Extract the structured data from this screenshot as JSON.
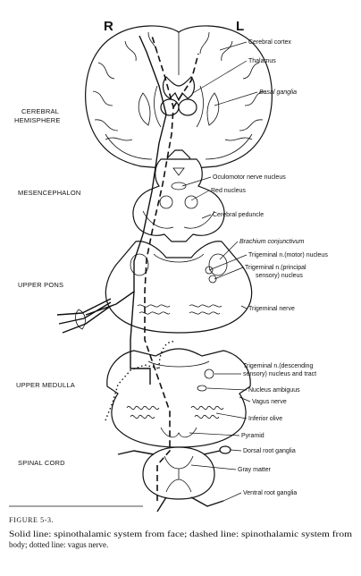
{
  "side_labels": {
    "right": "R",
    "left": "L"
  },
  "regions": {
    "cerebral_hemisphere_line1": "CEREBRAL",
    "cerebral_hemisphere_line2": "HEMISPHERE",
    "mesencephalon": "MESENCEPHALON",
    "upper_pons": "UPPER PONS",
    "upper_medulla": "UPPER MEDULLA",
    "spinal_cord": "SPINAL CORD"
  },
  "labels": {
    "cerebral_cortex": "Cerebral cortex",
    "thalamus": "Thalamus",
    "basal_ganglia": "Basal ganglia",
    "oculomotor_nucleus": "Oculomotor nerve nucleus",
    "red_nucleus": "Red nucleus",
    "cerebral_peduncle": "Cerebral peduncle",
    "brachium_conjunctivum": "Brachium conjunctivum",
    "trigeminal_motor": "Trigeminal n.(motor) nucleus",
    "trigeminal_principal_1": "Trigeminal n.(principal",
    "trigeminal_principal_2": "sensory) nucleus",
    "trigeminal_nerve": "Trigeminal nerve",
    "trigeminal_descending_1": "Trigeminal n.(descending",
    "trigeminal_descending_2": "sensory) nucleus and tract",
    "nucleus_ambiguus": "Nucleus ambiguus",
    "vagus_nerve": "Vagus nerve",
    "inferior_olive": "Inferior olive",
    "pyramid": "Pyramid",
    "dorsal_root_ganglia": "Dorsal root ganglia",
    "gray_matter": "Gray matter",
    "ventral_root_ganglia": "Ventral root ganglia"
  },
  "caption": {
    "title": "FIGURE 5-3.",
    "line1": "Solid line: spinothalamic system from face; dashed line: spinothalamic system from",
    "line2": "body; dotted line: vagus nerve."
  }
}
